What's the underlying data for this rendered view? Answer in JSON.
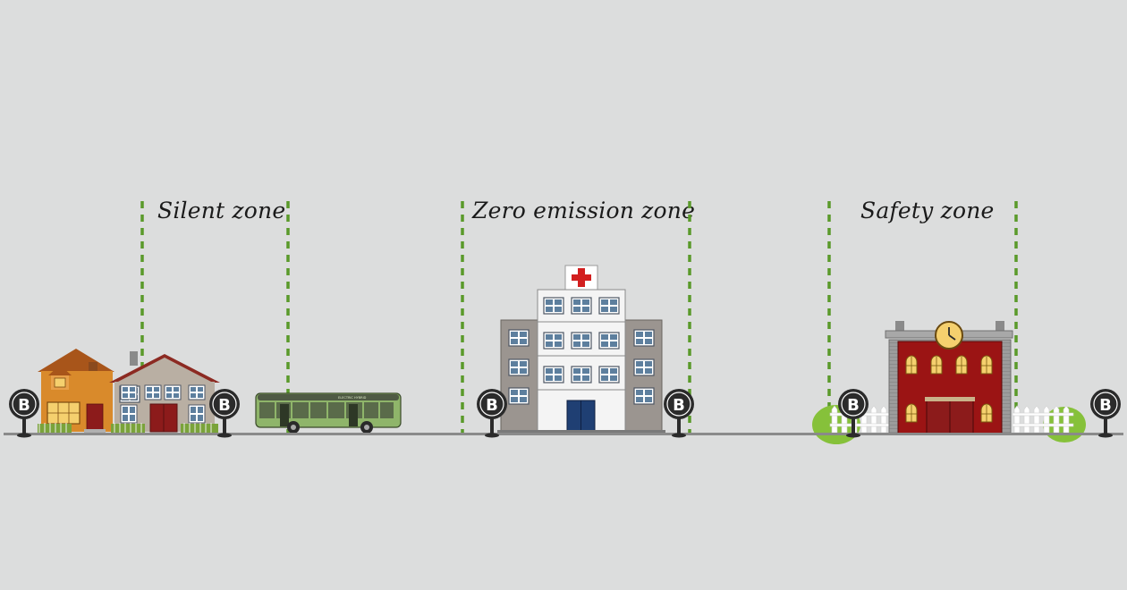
{
  "zones": [
    {
      "label": "Silent zone"
    },
    {
      "label": "Zero emission zone"
    },
    {
      "label": "Safety zone"
    }
  ],
  "bus_stop_sign": "B",
  "bus_text": "ELECTRIC HYBRID",
  "colors": {
    "background": "#dcdddd",
    "road": "#8a8a8a",
    "zone_line": "#5a9a2a",
    "stop_sign": "#2b2b2b",
    "fire_station": "#9b1414",
    "hospital_cross": "#d21f1f",
    "bus": "#8fb56a"
  }
}
